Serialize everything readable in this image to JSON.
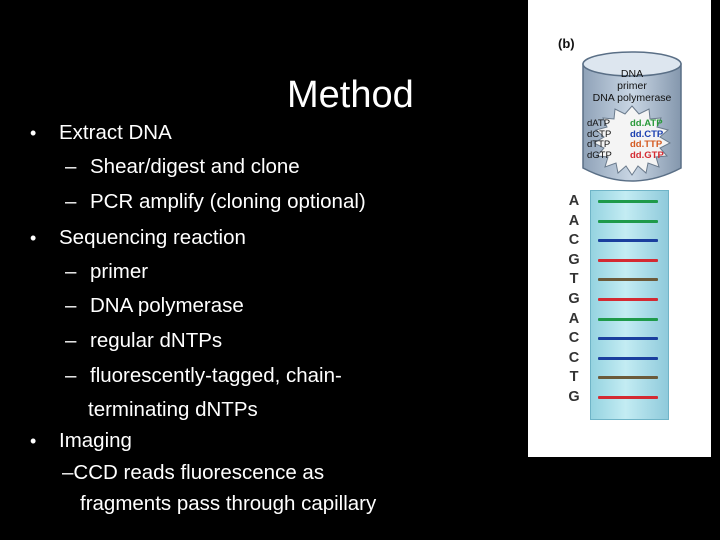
{
  "slide": {
    "title": "Method",
    "bullets": [
      {
        "marker": "•",
        "text": "Extract DNA"
      },
      {
        "marker": "–",
        "text": "Shear/digest and clone"
      },
      {
        "marker": "–",
        "text": "PCR amplify (cloning optional)"
      },
      {
        "marker": "•",
        "text": "Sequencing reaction"
      },
      {
        "marker": "–",
        "text": "primer"
      },
      {
        "marker": "–",
        "text": "DNA polymerase"
      },
      {
        "marker": "–",
        "text": "regular dNTPs"
      },
      {
        "marker": "–",
        "text": "fluorescently-tagged, chain-"
      },
      {
        "marker": "",
        "text": "terminating dNTPs"
      },
      {
        "marker": "•",
        "text": "Imaging"
      },
      {
        "marker": "",
        "text": "–CCD reads fluorescence as"
      },
      {
        "marker": "",
        "text": "fragments pass through capillary"
      }
    ]
  },
  "figure": {
    "label": "(b)",
    "tube_labels": [
      "DNA",
      "primer",
      "DNA polymerase"
    ],
    "regular_dntps": [
      "dATP",
      "dCTP",
      "dTTP",
      "dGTP"
    ],
    "terminator_dntps": [
      "dd.ATP",
      "dd.CTP",
      "dd.TTP",
      "dd.GTP"
    ],
    "sequence": [
      "A",
      "A",
      "C",
      "G",
      "T",
      "G",
      "A",
      "C",
      "C",
      "T",
      "G"
    ],
    "band_colors": {
      "A": "#1e9a4a",
      "C": "#1a3f9e",
      "G": "#d42a32",
      "T": "#6b5a3a"
    },
    "terminator_colors": [
      "#2a9a3a",
      "#1a3fb0",
      "#d45a20",
      "#d42a32"
    ]
  }
}
